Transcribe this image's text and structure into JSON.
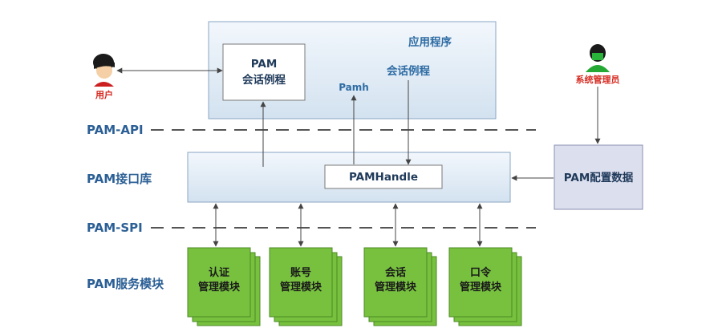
{
  "diagram": {
    "app_box": {
      "title": "应用程序",
      "session_label": "会话例程",
      "pamh_label": "Pamh"
    },
    "pam_session_box": {
      "line1": "PAM",
      "line2": "会话例程"
    },
    "user": {
      "label": "用户"
    },
    "admin": {
      "label": "系统管理员"
    },
    "config_box": {
      "label": "PAM配置数据"
    },
    "lib_box": {
      "handle_label": "PAMHandle"
    },
    "layer_labels": {
      "api": "PAM-API",
      "lib": "PAM接口库",
      "spi": "PAM-SPI",
      "modules": "PAM服务模块"
    },
    "modules": [
      {
        "line1": "认证",
        "line2": "管理模块"
      },
      {
        "line1": "账号",
        "line2": "管理模块"
      },
      {
        "line1": "会话",
        "line2": "管理模块"
      },
      {
        "line1": "口令",
        "line2": "管理模块"
      }
    ],
    "colors": {
      "box_fill": "#dce8f3",
      "box_stroke": "#8aa6c3",
      "config_fill": "#dcdfee",
      "module_fill": "#77c13f",
      "module_stroke": "#4d8a24",
      "dash": "#555555",
      "admin_green": "#26a834"
    }
  }
}
